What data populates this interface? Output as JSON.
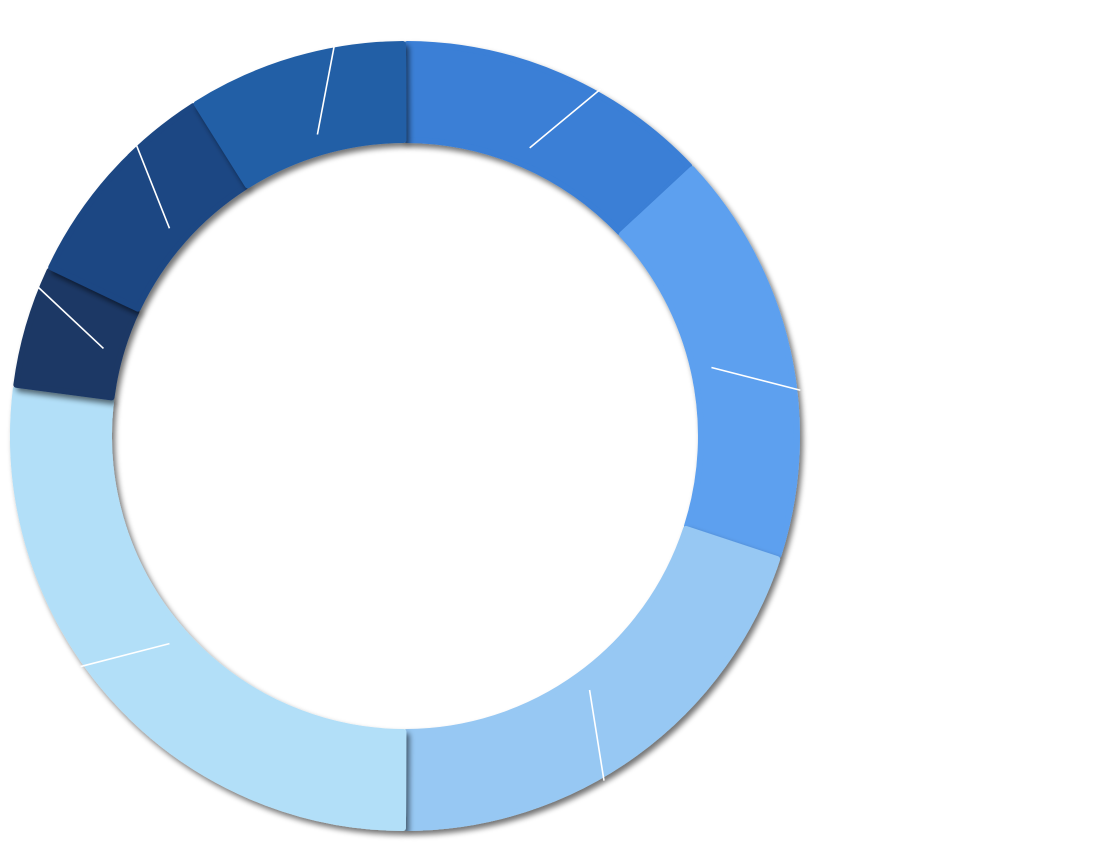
{
  "chart_data": {
    "type": "pie",
    "variant": "donut",
    "title": "",
    "legend": "none",
    "data_labels": "not shown",
    "start_angle_deg": 0,
    "direction": "clockwise",
    "slices": [
      {
        "value": 13.0,
        "color": "#3a7fd6"
      },
      {
        "value": 17.0,
        "color": "#5da0ef"
      },
      {
        "value": 20.0,
        "color": "#97c8f3"
      },
      {
        "value": 27.0,
        "color": "#b2dff8"
      },
      {
        "value": 5.0,
        "color": "#1b3865"
      },
      {
        "value": 9.0,
        "color": "#1b4683"
      },
      {
        "value": 9.0,
        "color": "#245fa6"
      }
    ]
  }
}
